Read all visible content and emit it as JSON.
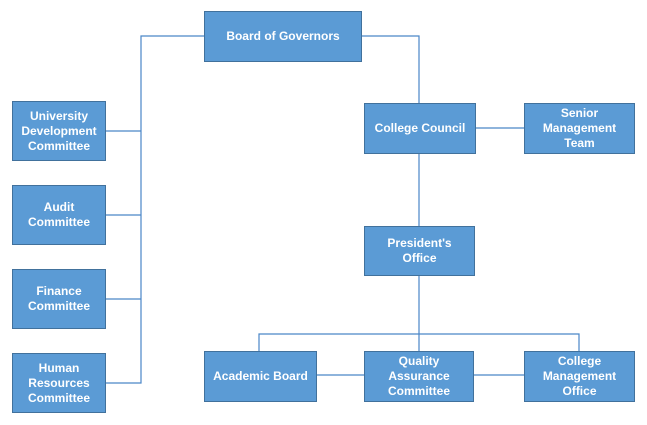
{
  "colors": {
    "box_fill": "#5b9bd5",
    "box_border": "#41719c",
    "box_text": "#ffffff",
    "connector": "#4a86c8",
    "background": "#ffffff"
  },
  "nodes": {
    "board_of_governors": "Board of Governors",
    "college_council": "College Council",
    "senior_management_team": "Senior\nManagement\nTeam",
    "presidents_office": "President's\nOffice",
    "university_development_committee": "University\nDevelopment\nCommittee",
    "audit_committee": "Audit\nCommittee",
    "finance_committee": "Finance\nCommittee",
    "human_resources_committee": "Human\nResources\nCommittee",
    "academic_board": "Academic Board",
    "quality_assurance_committee": "Quality Assurance\nCommittee",
    "college_management_office": "College\nManagement\nOffice"
  }
}
